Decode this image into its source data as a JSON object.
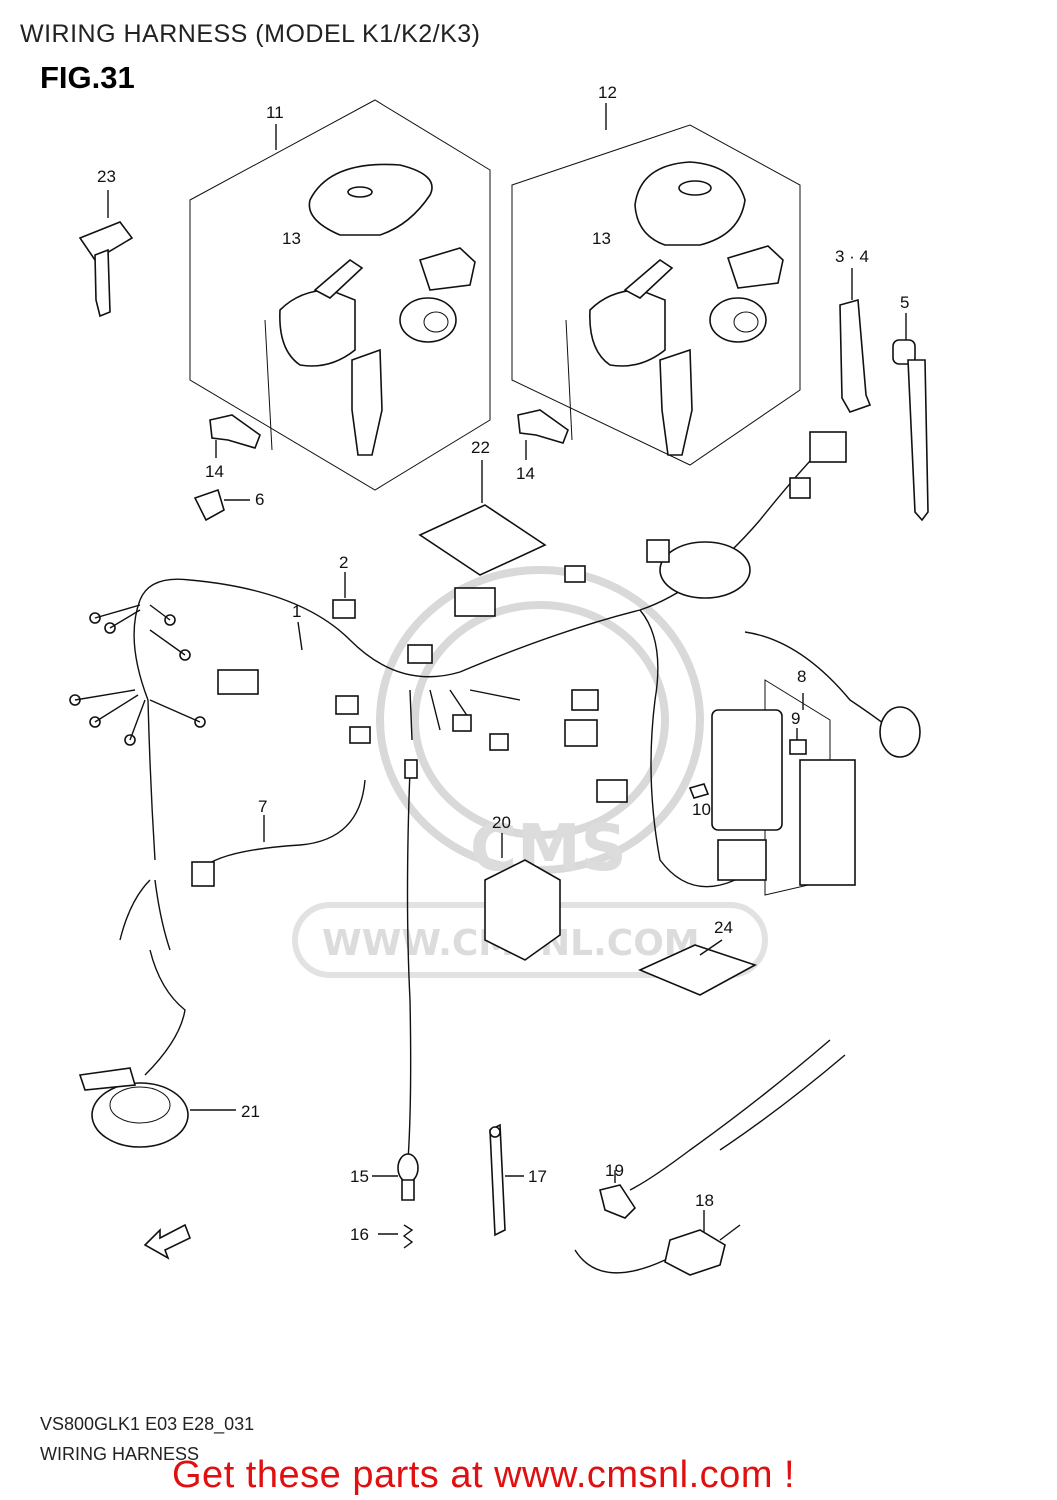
{
  "header": {
    "title": "WIRING HARNESS (MODEL K1/K2/K3)",
    "figure": "FIG.31"
  },
  "watermark": {
    "brand": "CMS",
    "url": "WWW.CMSNL.COM"
  },
  "callouts": {
    "c1": "1",
    "c2": "2",
    "c34": "3 · 4",
    "c5": "5",
    "c6": "6",
    "c7": "7",
    "c8": "8",
    "c9": "9",
    "c10": "10",
    "c11": "11",
    "c12": "12",
    "c13a": "13",
    "c13b": "13",
    "c14a": "14",
    "c14b": "14",
    "c15": "15",
    "c16": "16",
    "c17": "17",
    "c18": "18",
    "c19": "19",
    "c20": "20",
    "c21": "21",
    "c22": "22",
    "c23": "23",
    "c24": "24"
  },
  "footer": {
    "model_code": "VS800GLK1 E03 E28_031",
    "section": "WIRING HARNESS",
    "promo": "Get these parts at www.cmsnl.com !"
  },
  "colors": {
    "promo": "#e01010",
    "line": "#111111",
    "watermark": "#d9d9d9"
  }
}
